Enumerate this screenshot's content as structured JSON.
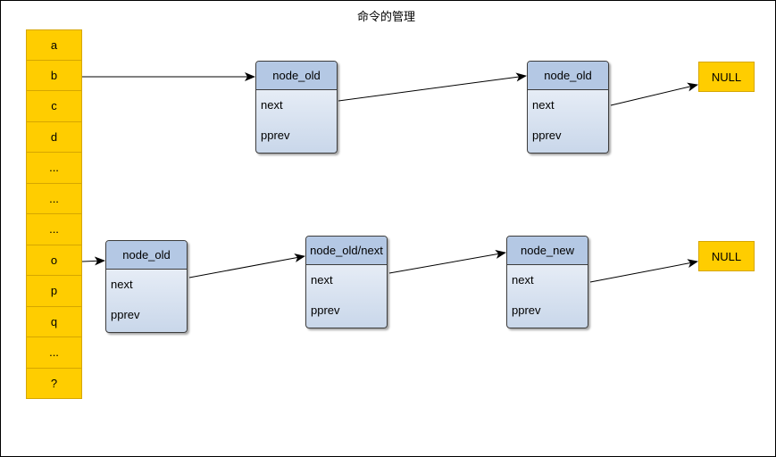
{
  "title": "命令的管理",
  "buckets": [
    "a",
    "b",
    "c",
    "d",
    "...",
    "...",
    "...",
    "o",
    "p",
    "q",
    "...",
    "?"
  ],
  "nodes": [
    {
      "head": "node_old",
      "next": "next",
      "pprev": "pprev"
    },
    {
      "head": "node_old",
      "next": "next",
      "pprev": "pprev"
    },
    {
      "head": "node_old",
      "next": "next",
      "pprev": "pprev"
    },
    {
      "head": "node_old/next",
      "next": "next",
      "pprev": "pprev"
    },
    {
      "head": "node_new",
      "next": "next",
      "pprev": "pprev"
    }
  ],
  "nulls": [
    "NULL",
    "NULL"
  ],
  "colors": {
    "bucket": "#ffcd00",
    "node_head": "#b4c8e4",
    "node_body": "#c9d7ea"
  }
}
